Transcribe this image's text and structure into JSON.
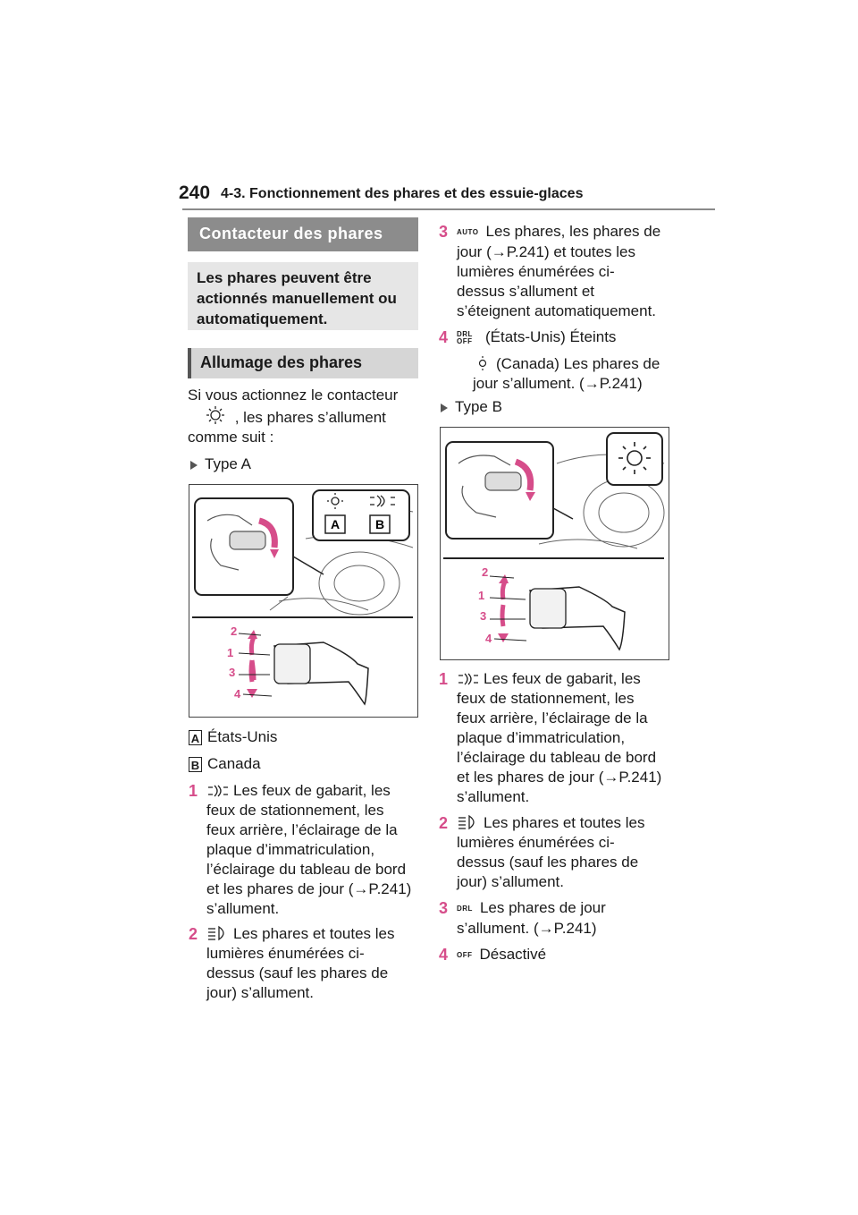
{
  "header": {
    "page_number": "240",
    "chapter": "4-3. Fonctionnement des phares et des essuie-glaces"
  },
  "section": {
    "title": "Contacteur des phares",
    "intro": "Les phares peuvent être actionnés manuellement ou automatiquement."
  },
  "subsection": {
    "title": "Allumage des phares",
    "para_1": "Si vous actionnez le contacteur",
    "para_2": ", les phares s’allument",
    "para_3": "comme suit :"
  },
  "type_a": {
    "label": "Type A",
    "fig_label_a": "A",
    "fig_label_b": "B",
    "fig_positions": [
      "2",
      "1",
      "3",
      "4"
    ],
    "legend": [
      {
        "key": "A",
        "text": "États-Unis"
      },
      {
        "key": "B",
        "text": "Canada"
      }
    ],
    "items": [
      {
        "num": "1",
        "icon": "parking-lights-icon",
        "text": "Les feux de gabarit, les feux de stationnement, les feux arrière, l’éclairage de la plaque d’immatriculation, l’éclairage du tableau de bord et les phares de jour (→P.241) s’allument."
      },
      {
        "num": "2",
        "icon": "headlights-icon",
        "text": "Les phares et toutes les lumières énumérées ci-dessus (sauf les phares de jour) s’allument."
      },
      {
        "num": "3",
        "icon_text": "AUTO",
        "text": "Les phares, les phares de jour (→P.241) et toutes les lumières énumérées ci-dessus s’allument et s’éteignent automatiquement."
      },
      {
        "num": "4",
        "icon_text": "DRL OFF",
        "text": "(États-Unis) Éteints",
        "text_2": "(Canada) Les phares de jour s’allument. (→P.241)"
      }
    ]
  },
  "type_b": {
    "label": "Type B",
    "fig_positions": [
      "2",
      "1",
      "3",
      "4"
    ],
    "items": [
      {
        "num": "1",
        "icon": "parking-lights-icon",
        "text": "Les feux de gabarit, les feux de stationnement, les feux arrière, l’éclairage de la plaque d’immatriculation, l’éclairage du tableau de bord et les phares de jour (→P.241) s’allument."
      },
      {
        "num": "2",
        "icon": "headlights-icon",
        "text": "Les phares et toutes les lumières énumérées ci-dessus (sauf les phares de jour) s’allument."
      },
      {
        "num": "3",
        "icon_text": "DRL",
        "text": "Les phares de jour s’allument. (→P.241)"
      },
      {
        "num": "4",
        "icon_text": "OFF",
        "text": "Désactivé"
      }
    ]
  },
  "colors": {
    "accent": "#d64d8a",
    "title_bar": "#8c8c8c",
    "intro_bg": "#e6e6e6"
  }
}
